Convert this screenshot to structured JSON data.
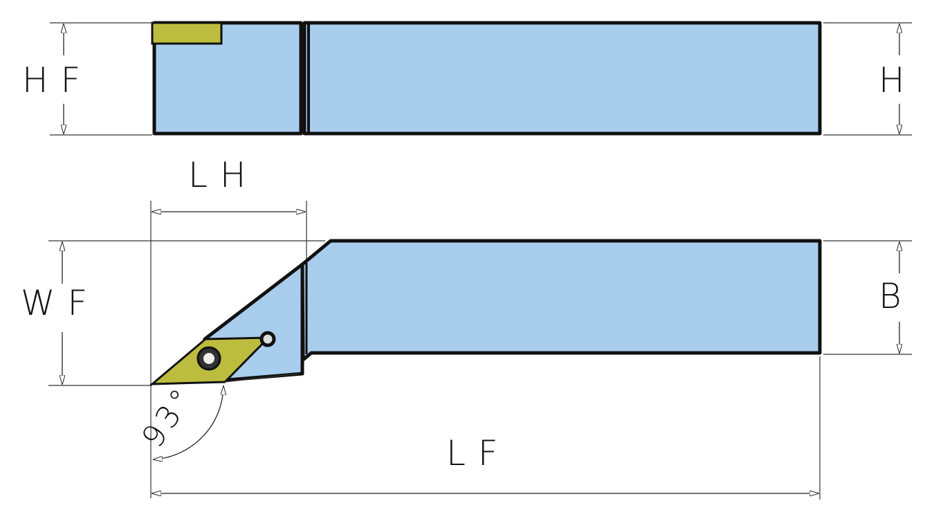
{
  "title": "Turning tool holder dimension drawing",
  "labels": {
    "hf": "HF",
    "h": "H",
    "lh": "LH",
    "wf": "WF",
    "b": "B",
    "lf": "LF",
    "angle": "93°"
  },
  "colors": {
    "body": "#a9cdec",
    "insert": "#bcbd3e",
    "outline": "#111111"
  }
}
